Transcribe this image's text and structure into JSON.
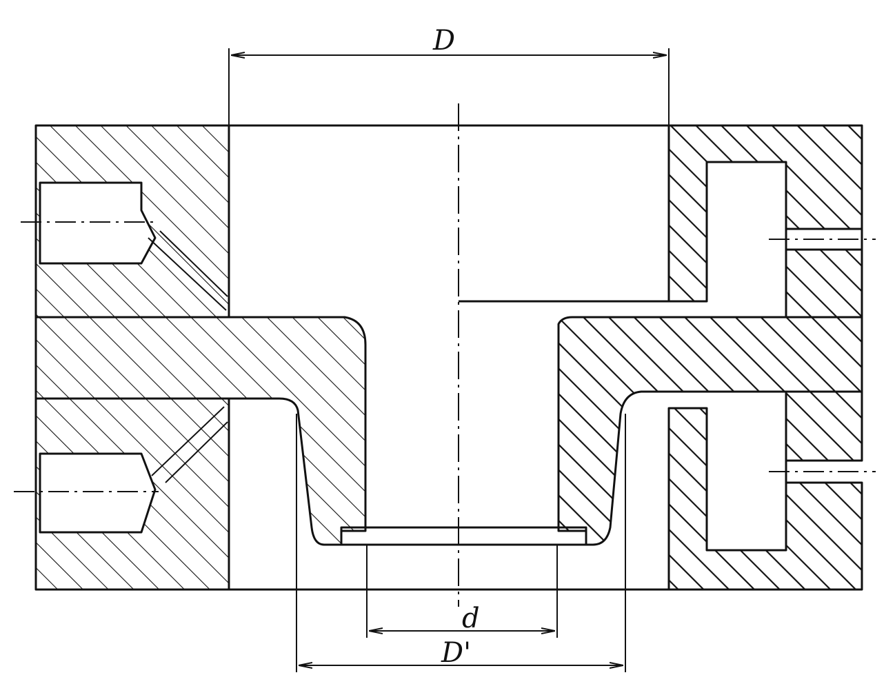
{
  "drawing": {
    "ink_color": "#111111",
    "paper_color": "#ffffff",
    "dimensions": {
      "outer_diameter_label": "D",
      "inner_diameter_label": "d",
      "cup_diameter_label": "D'"
    }
  }
}
